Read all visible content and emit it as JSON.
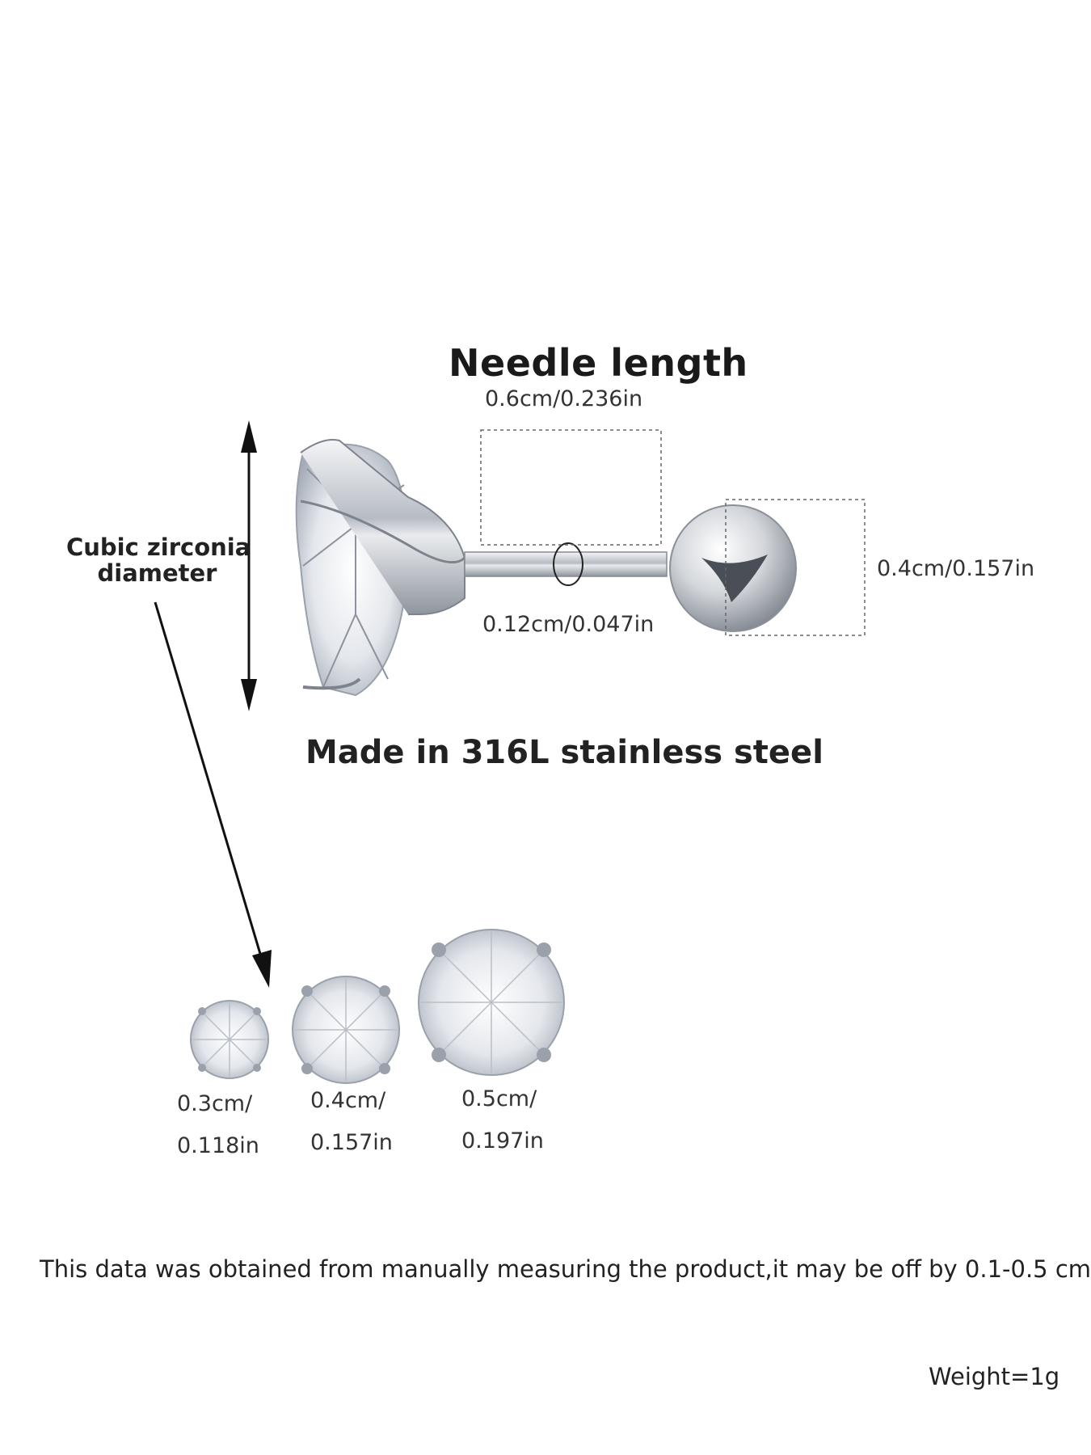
{
  "needle": {
    "title": "Needle length",
    "length": "0.6cm/0.236in",
    "thickness": "0.12cm/0.047in"
  },
  "ball": {
    "diameter": "0.4cm/0.157in"
  },
  "stone": {
    "label_line1": "Cubic zirconia",
    "label_line2": "diameter"
  },
  "material": "Made in 316L stainless steel",
  "sizes": [
    {
      "line1": "0.3cm/",
      "line2": "0.118in"
    },
    {
      "line1": "0.4cm/",
      "line2": "0.157in"
    },
    {
      "line1": "0.5cm/",
      "line2": "0.197in"
    }
  ],
  "note": "This data was obtained from manually measuring the product,it may be off by 0.1-0.5 cm.",
  "weight": "Weight=1g",
  "colors": {
    "steel": "#c8ccd2",
    "text": "#1a1a1a",
    "dashed": "#666666"
  }
}
